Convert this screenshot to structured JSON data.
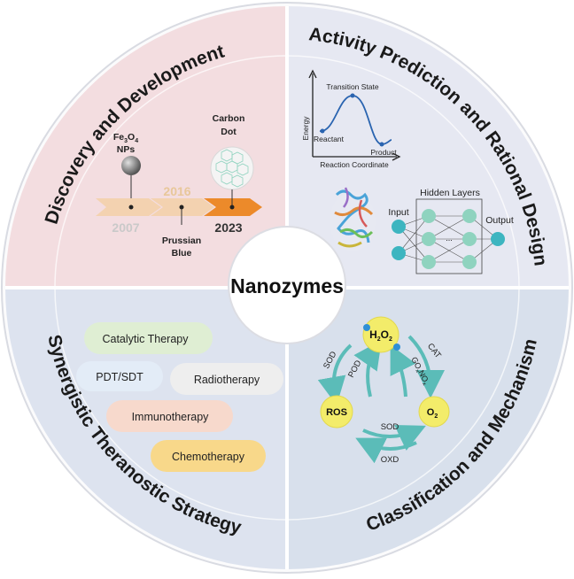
{
  "center": {
    "label": "Nanozymes"
  },
  "quadrants": {
    "top_left": {
      "title": "Discovery and Development"
    },
    "top_right": {
      "title": "Activity Prediction and Rational Design"
    },
    "bottom_right": {
      "title": "Classification and Mechanism"
    },
    "bottom_left": {
      "title": "Synergistic Theranostic Strategy"
    }
  },
  "timeline": {
    "years": [
      "2007",
      "2016",
      "2023"
    ],
    "fe3o4_main": "Fe",
    "fe3o4_sub1": "3",
    "fe3o4_mid": "O",
    "fe3o4_sub2": "4",
    "fe3o4_line2": "NPs",
    "prussian": "Prussian",
    "blue": "Blue",
    "carbon": "Carbon",
    "dot": "Dot"
  },
  "energy_plot": {
    "ylabel": "Energy",
    "xlabel": "Reaction Coordinate",
    "transition": "Transition State",
    "reactant": "Reactant",
    "product": "Product"
  },
  "neural_net": {
    "input": "Input",
    "hidden": "Hidden Layers",
    "output": "Output",
    "ellipsis": "..."
  },
  "therapies": [
    {
      "label": "Catalytic Therapy",
      "color": "#dfeed3"
    },
    {
      "label": "PDT/SDT",
      "color": "#e3ecf7"
    },
    {
      "label": "Radiotherapy",
      "color": "#eeeeee"
    },
    {
      "label": "Immunotherapy",
      "color": "#f7d9cc"
    },
    {
      "label": "Chemotherapy",
      "color": "#f8d88a"
    }
  ],
  "mechanism": {
    "h2o2_main": "H",
    "h2o2_sub1": "2",
    "h2o2_mid": "O",
    "h2o2_sub2": "2",
    "ros": "ROS",
    "o2_main": "O",
    "o2_sub": "2",
    "sod_left": "SOD",
    "pod": "POD",
    "cat": "CAT",
    "go_main": "GO",
    "go_sub1": "x",
    "go_mid": "NO",
    "go_sub2": "x",
    "sod_bottom": "SOD",
    "oxd": "OXD"
  },
  "colors": {
    "tl_bg": "#f3dde0",
    "tr_bg": "#e6e8f2",
    "br_bg": "#d8e0ec",
    "bl_bg": "#dde3ef",
    "arrow": "#5bbcb8",
    "node": "#3db5c0",
    "node_light": "#8fd3bf",
    "year_light": "#f3d2b0",
    "year_dark": "#ec8a2a"
  }
}
